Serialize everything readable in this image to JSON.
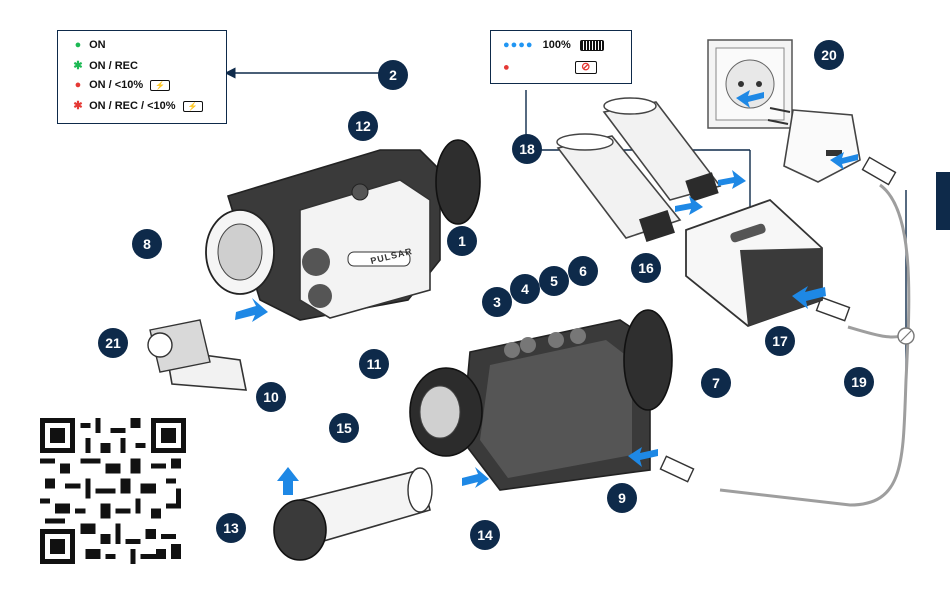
{
  "legend_left": {
    "rows": [
      {
        "symbol": "dot",
        "color": "#1db954",
        "text": "ON"
      },
      {
        "symbol": "star",
        "color": "#1db954",
        "text": "ON / REC"
      },
      {
        "symbol": "dot",
        "color": "#e53935",
        "text": "ON / <10%"
      },
      {
        "symbol": "star",
        "color": "#e53935",
        "text": "ON / REC / <10%"
      }
    ]
  },
  "legend_right": {
    "rows": [
      {
        "symbol": "dots",
        "color": "#2196f3",
        "text": "100%"
      },
      {
        "symbol": "dot",
        "color": "#e53935",
        "text": ""
      }
    ]
  },
  "callouts": [
    "1",
    "2",
    "3",
    "4",
    "5",
    "6",
    "7",
    "8",
    "9",
    "10",
    "11",
    "12",
    "13",
    "14",
    "15",
    "16",
    "17",
    "18",
    "19",
    "20",
    "21"
  ],
  "brand": "PULSAR",
  "colors": {
    "navy": "#0e2a4a",
    "arrow_blue": "#1e88e5",
    "device": "#2b2b2b"
  }
}
